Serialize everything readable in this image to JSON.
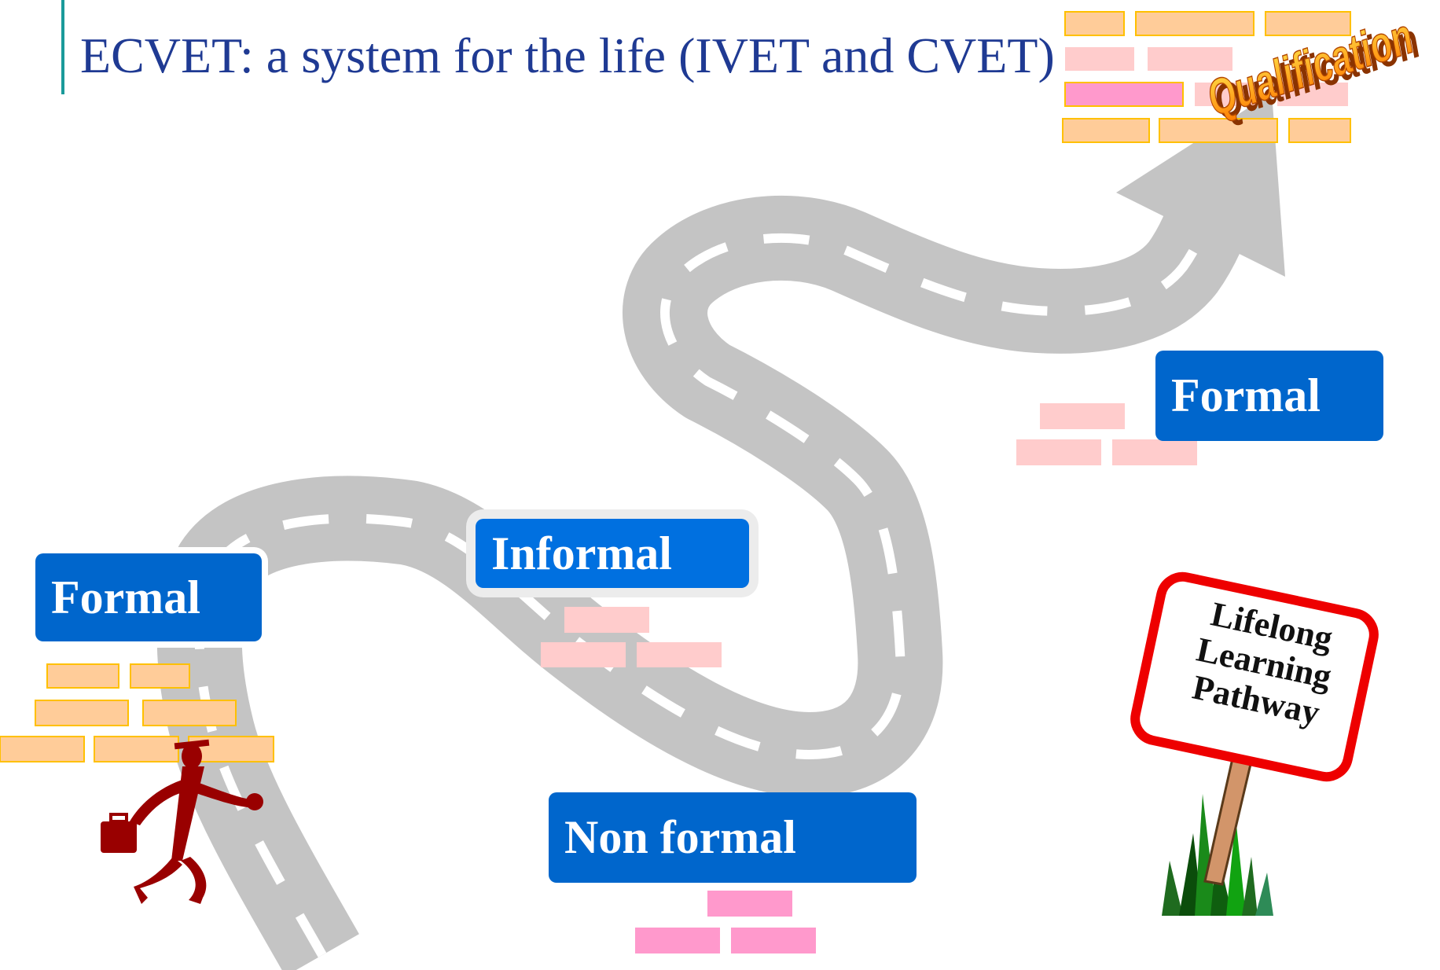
{
  "title": "ECVET: a system for the life (IVET and CVET)",
  "nodes": {
    "formal_start": "Formal",
    "informal": "Informal",
    "non_formal": "Non formal",
    "formal_end": "Formal"
  },
  "goal": "Qualification",
  "sign": {
    "line1": "Lifelong",
    "line2": "Learning",
    "line3": "Pathway"
  },
  "colors": {
    "title": "#1f3a93",
    "node": "#0066cc",
    "road": "#c4c4c4",
    "brick_formal": "#ffcc99",
    "brick_informal": "#ffcccc",
    "brick_nonformal": "#ff99cc",
    "sign_border": "#ee0000",
    "walker": "#990000",
    "accent": "#1a9a9a"
  }
}
